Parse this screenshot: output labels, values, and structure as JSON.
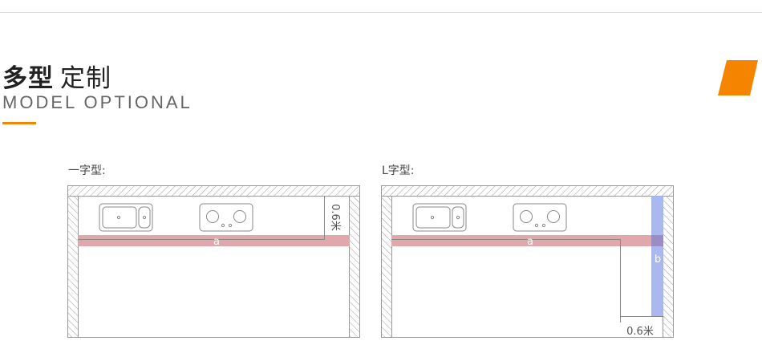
{
  "header": {
    "title_bold": "多型",
    "title_light": "定制",
    "subtitle": "MODEL OPTIONAL",
    "accent_color": "#f58500"
  },
  "diagrams": [
    {
      "label": "一字型:",
      "segment_a": "a",
      "dimension": "0.6米",
      "band_a_color": "#e0a8aa"
    },
    {
      "label": "L字型:",
      "segment_a": "a",
      "segment_b": "b",
      "dimension": "0.6米",
      "band_a_color": "#e0a8aa",
      "band_b_color": "#a5b4ec"
    }
  ]
}
